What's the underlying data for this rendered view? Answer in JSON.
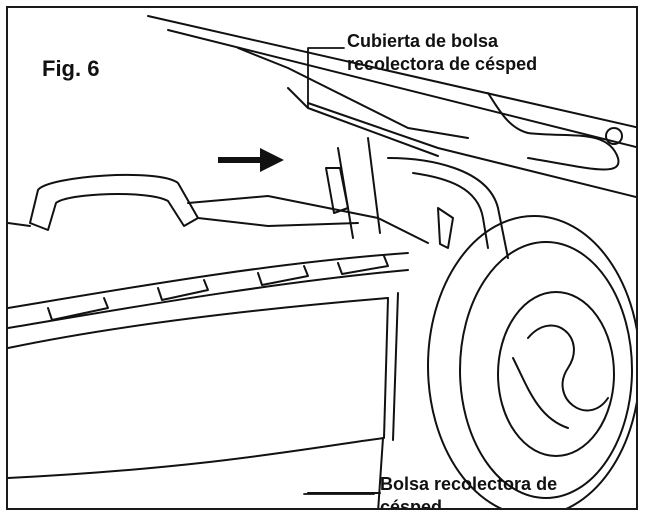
{
  "figure": {
    "title": "Fig. 6",
    "callouts": [
      {
        "id": "cover",
        "lines": [
          "Cubierta de bolsa",
          "recolectora de césped"
        ]
      },
      {
        "id": "bag",
        "lines": [
          "Bolsa recolectora de",
          "césped"
        ]
      }
    ]
  },
  "colors": {
    "line": "#111111",
    "frame": "#1a1a1a",
    "background": "#ffffff"
  },
  "icons": {
    "direction_arrow": "arrow-right-icon"
  }
}
